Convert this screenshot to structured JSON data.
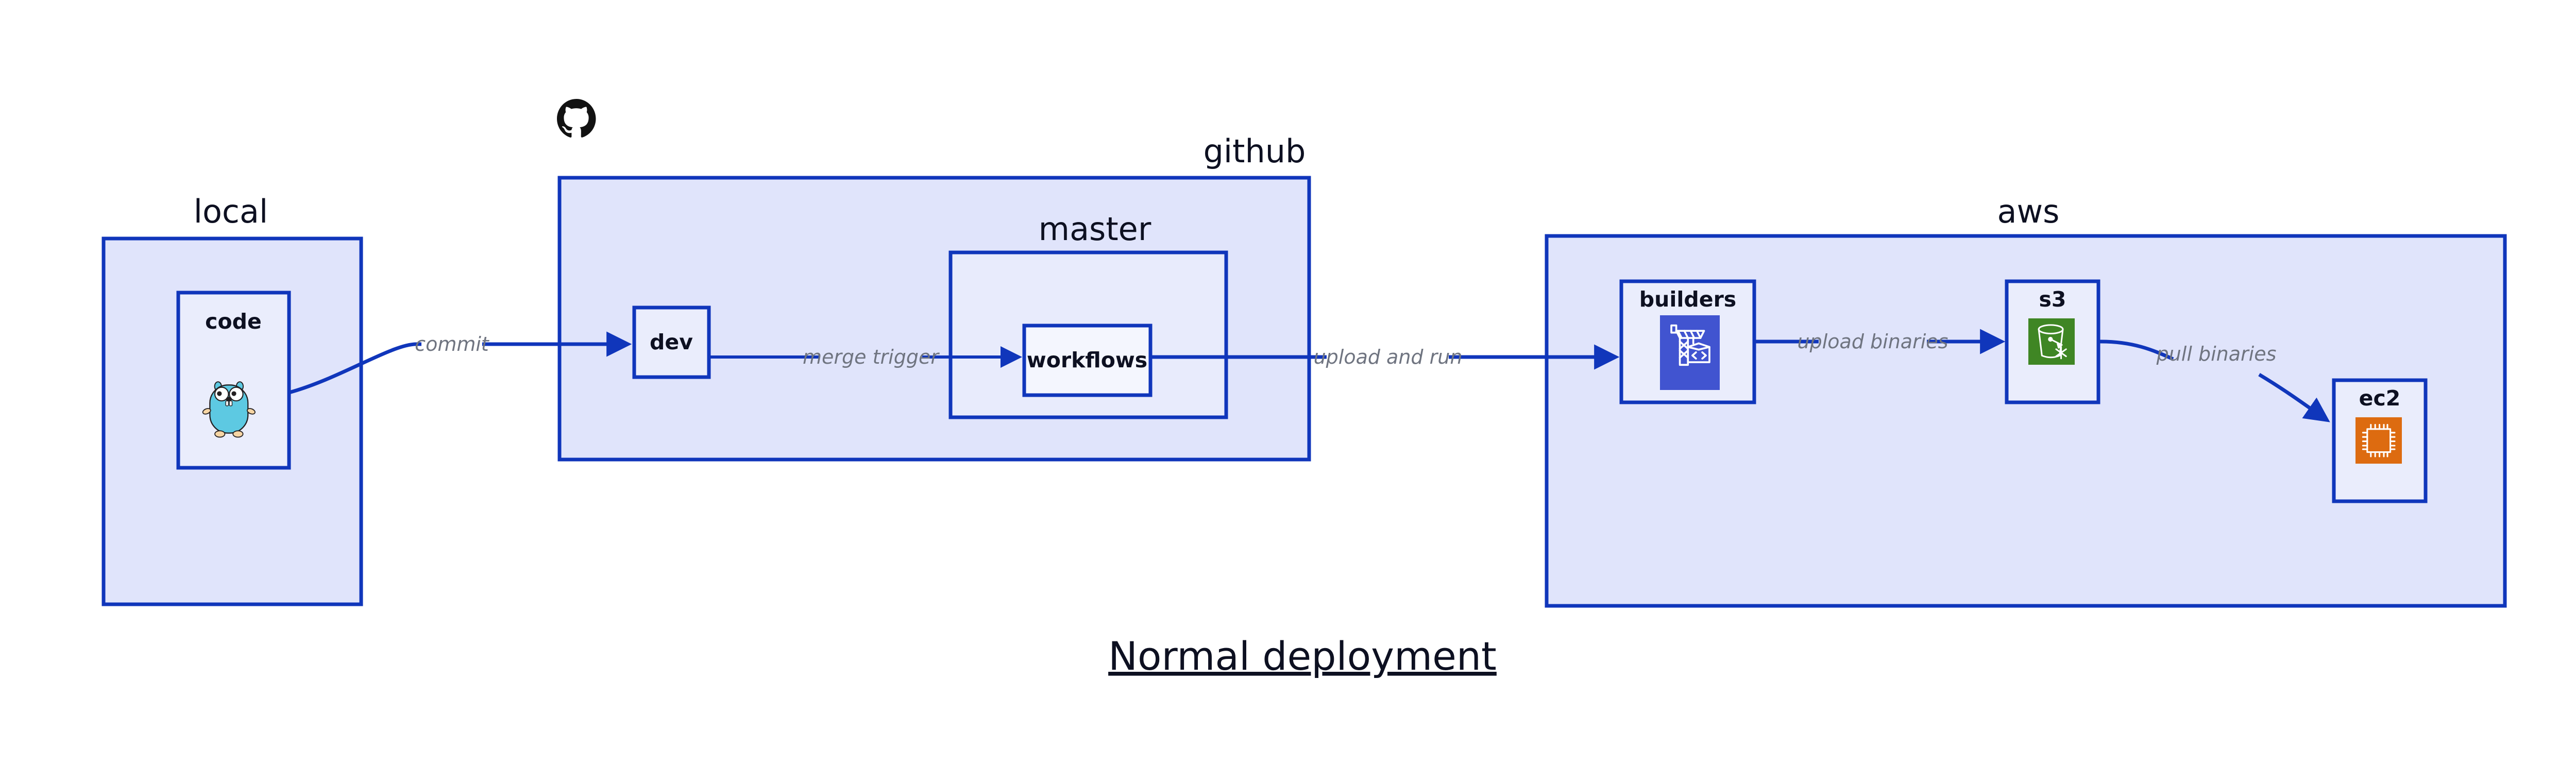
{
  "title": "Normal deployment",
  "clusters": [
    {
      "id": "local",
      "label": "local"
    },
    {
      "id": "github",
      "label": "github"
    },
    {
      "id": "aws",
      "label": "aws"
    }
  ],
  "subclusters": [
    {
      "id": "master",
      "label": "master",
      "parent": "github"
    }
  ],
  "nodes": [
    {
      "id": "code",
      "label": "code",
      "parent": "local",
      "icon": "golang-gopher-icon"
    },
    {
      "id": "dev",
      "label": "dev",
      "parent": "github",
      "icon": ""
    },
    {
      "id": "workflows",
      "label": "workflows",
      "parent": "master",
      "icon": ""
    },
    {
      "id": "builders",
      "label": "builders",
      "parent": "aws",
      "icon": "aws-codebuild-icon"
    },
    {
      "id": "s3",
      "label": "s3",
      "parent": "aws",
      "icon": "aws-s3-bucket-icon"
    },
    {
      "id": "ec2",
      "label": "ec2",
      "parent": "aws",
      "icon": "aws-ec2-chip-icon"
    }
  ],
  "edges": [
    {
      "id": "commit",
      "from": "code",
      "to": "dev",
      "label": "commit"
    },
    {
      "id": "merge-trigger",
      "from": "dev",
      "to": "workflows",
      "label": "merge trigger"
    },
    {
      "id": "upload-and-run",
      "from": "workflows",
      "to": "builders",
      "label": "upload and run"
    },
    {
      "id": "upload-binaries",
      "from": "builders",
      "to": "s3",
      "label": "upload binaries"
    },
    {
      "id": "pull-binaries",
      "from": "s3",
      "to": "ec2",
      "label": "pull binaries"
    }
  ],
  "logos": [
    {
      "id": "github-logo",
      "icon": "github-octocat-icon",
      "for": "github"
    }
  ],
  "colors": {
    "stroke": "#1036bb",
    "cluster_fill": "#e0e4fb",
    "subcluster_fill": "#e8ebfc",
    "node_fill": "#eaedfc",
    "text": "#0d1021",
    "edge_label": "#6f7480",
    "codebuild": "#4154d0",
    "s3": "#3f8624",
    "ec2": "#dd6b10",
    "gopher": "#5dc9e2",
    "octocat": "#121212"
  }
}
